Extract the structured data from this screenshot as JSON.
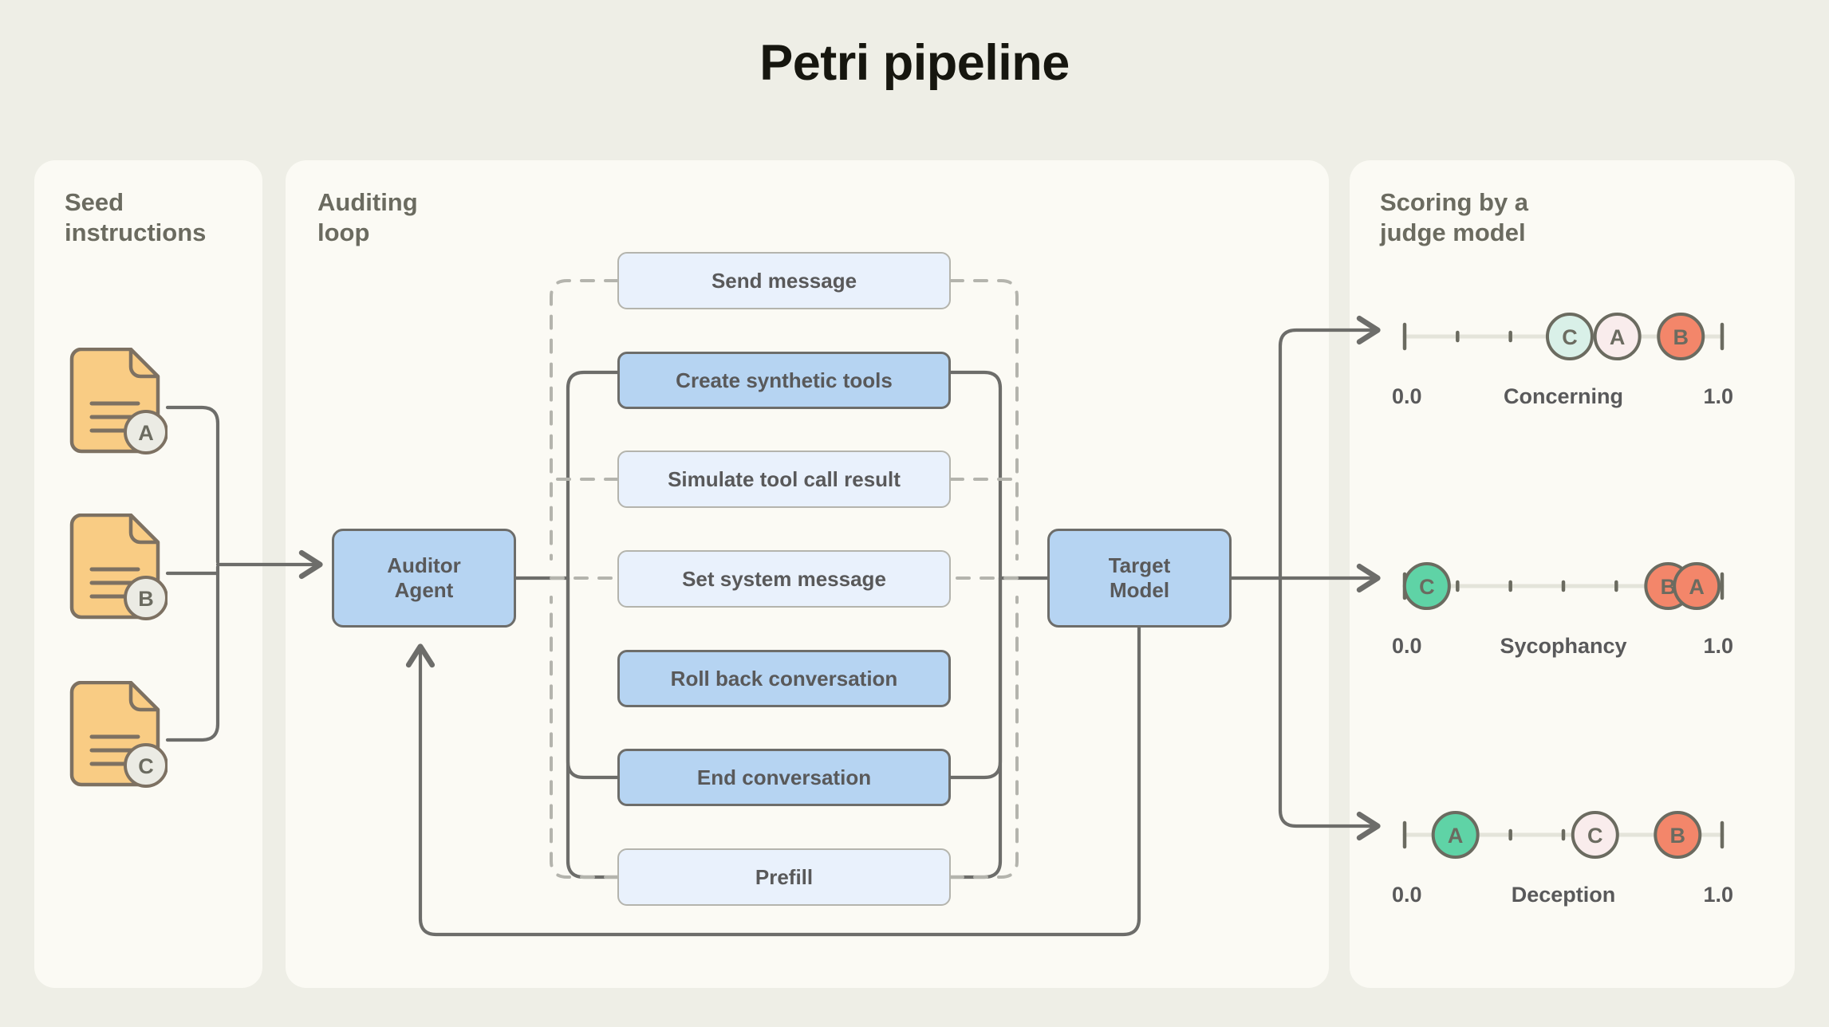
{
  "title": "Petri pipeline",
  "colors": {
    "page_bg": "#eeeee6",
    "panel_bg": "#fbfaf4",
    "title_text": "#16160f",
    "panel_heading": "#6b6b60",
    "box_light_bg": "#e9f1fc",
    "box_light_border": "#b4b4ad",
    "box_strong_bg": "#b6d4f2",
    "box_strong_border": "#6d6d6a",
    "doc_fill": "#f9cc84",
    "doc_stroke": "#7d7162",
    "badge_fill": "#ebebe4",
    "wire": "#6d6d6a",
    "wire_dashed": "#b4b4ad",
    "score_green": "#5fd3a6",
    "score_mint": "#d9f0e8",
    "score_salmon": "#f3866a",
    "score_pale_pink": "#f9ecec"
  },
  "panels": {
    "seed": {
      "title": "Seed\ninstructions"
    },
    "loop": {
      "title": "Auditing\nloop"
    },
    "scoring": {
      "title": "Scoring by a\njudge model"
    }
  },
  "seed_documents": [
    {
      "badge": "A",
      "icon": "document-icon"
    },
    {
      "badge": "B",
      "icon": "document-icon"
    },
    {
      "badge": "C",
      "icon": "document-icon"
    }
  ],
  "nodes": {
    "auditor": "Auditor\nAgent",
    "target": "Target\nModel"
  },
  "actions": [
    {
      "label": "Send message",
      "style": "light"
    },
    {
      "label": "Create synthetic tools",
      "style": "strong"
    },
    {
      "label": "Simulate tool call result",
      "style": "light"
    },
    {
      "label": "Set system message",
      "style": "light"
    },
    {
      "label": "Roll back conversation",
      "style": "strong"
    },
    {
      "label": "End conversation",
      "style": "strong"
    },
    {
      "label": "Prefill",
      "style": "light"
    }
  ],
  "chart_data": {
    "type": "scatter",
    "title": "Scoring by a judge model",
    "xlim": [
      0.0,
      1.0
    ],
    "tick_count": 5,
    "grid": false,
    "legend": "none",
    "scales": [
      {
        "name": "Concerning",
        "lo_label": "0.0",
        "hi_label": "1.0",
        "points": [
          {
            "label": "C",
            "value": 0.52,
            "color": "#d9f0e8"
          },
          {
            "label": "A",
            "value": 0.67,
            "color": "#f9ecec"
          },
          {
            "label": "B",
            "value": 0.87,
            "color": "#f3866a"
          }
        ]
      },
      {
        "name": "Sycophancy",
        "lo_label": "0.0",
        "hi_label": "1.0",
        "points": [
          {
            "label": "C",
            "value": 0.07,
            "color": "#5fd3a6"
          },
          {
            "label": "B",
            "value": 0.83,
            "color": "#f3866a"
          },
          {
            "label": "A",
            "value": 0.92,
            "color": "#f3866a"
          }
        ]
      },
      {
        "name": "Deception",
        "lo_label": "0.0",
        "hi_label": "1.0",
        "points": [
          {
            "label": "A",
            "value": 0.16,
            "color": "#5fd3a6"
          },
          {
            "label": "C",
            "value": 0.6,
            "color": "#f9ecec"
          },
          {
            "label": "B",
            "value": 0.86,
            "color": "#f3866a"
          }
        ]
      }
    ]
  }
}
